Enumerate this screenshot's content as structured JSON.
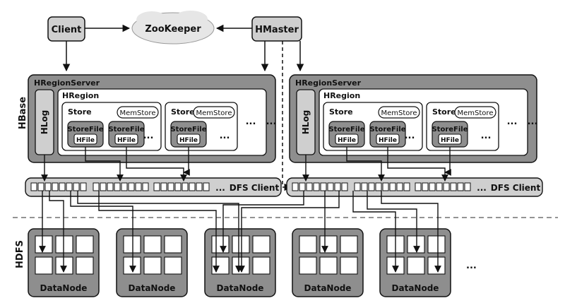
{
  "top": {
    "client": "Client",
    "zookeeper": "ZooKeeper",
    "hmaster": "HMaster"
  },
  "layers": {
    "hbase": "HBase",
    "hdfs": "HDFS"
  },
  "region_servers": [
    {
      "title": "HRegionServer",
      "hlog": "HLog",
      "hregion": "HRegion",
      "stores": [
        {
          "label": "Store",
          "memstore": "MemStore",
          "storefiles": [
            "StoreFile",
            "StoreFile"
          ],
          "more": "..."
        },
        {
          "label": "Store",
          "memstore": "MemStore",
          "storefiles": [
            "StoreFile"
          ],
          "more": "..."
        }
      ],
      "more": "...",
      "more_outer": "...",
      "hfile": "HFile",
      "dfs_client": "DFS Client",
      "dfs_more": "..."
    },
    {
      "title": "HRegionServer",
      "hlog": "HLog",
      "hregion": "HRegion",
      "stores": [
        {
          "label": "Store",
          "memstore": "MemStore",
          "storefiles": [
            "StoreFile",
            "StoreFile"
          ],
          "more": "..."
        },
        {
          "label": "Store",
          "memstore": "MemStore",
          "storefiles": [
            "StoreFile"
          ],
          "more": "..."
        }
      ],
      "more": "...",
      "more_outer": "...",
      "hfile": "HFile",
      "dfs_client": "DFS Client",
      "dfs_more": "..."
    }
  ],
  "datanodes": [
    "DataNode",
    "DataNode",
    "DataNode",
    "DataNode",
    "DataNode"
  ],
  "datanode_more": "...",
  "colors": {
    "dark_box": "#8e8e8e",
    "light_box": "#cfcfcf",
    "white": "#ffffff",
    "line": "#111111",
    "cloud": "#e6e6e6"
  }
}
